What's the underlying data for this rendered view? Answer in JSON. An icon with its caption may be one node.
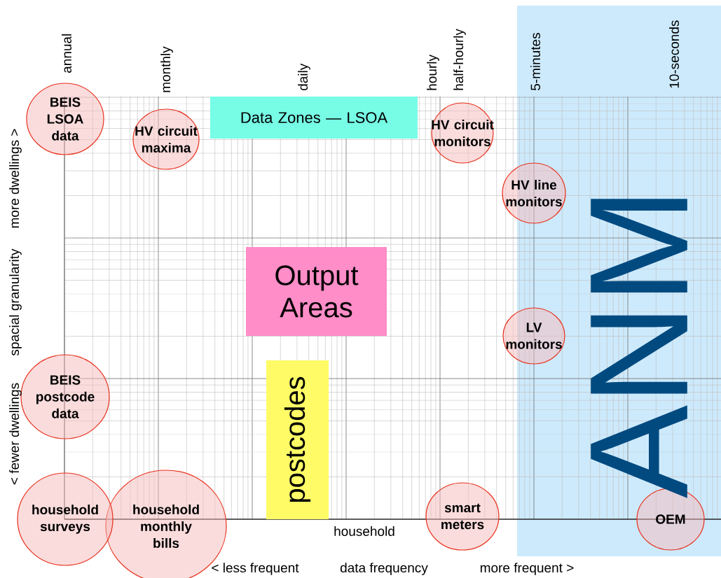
{
  "diagram": {
    "nodes": [
      {
        "text": [
          "BEIS LSOA data"
        ]
      },
      {
        "text": [
          "HV circuit maxima"
        ]
      },
      {
        "text": [
          "Data Zones — LSOA"
        ]
      },
      {
        "text": [
          "HV circuit monitors"
        ]
      },
      {
        "text": [
          "HV line monitors"
        ]
      },
      {
        "text": [
          "Output Areas"
        ]
      },
      {
        "text": [
          "LV monitors"
        ]
      },
      {
        "text": [
          "BEIS postcode data"
        ]
      },
      {
        "text": [
          "postcodes"
        ]
      },
      {
        "text": [
          "household surveys"
        ]
      },
      {
        "text": [
          "household monthly bills"
        ]
      },
      {
        "text": [
          "smart meters"
        ]
      },
      {
        "text": [
          "OEM"
        ]
      }
    ],
    "edges": [],
    "labels": [
      "annual",
      "monthly",
      "daily",
      "hourly",
      "half-hourly",
      "5-minutes",
      "10-seconds",
      "more dwellings >",
      "spacial granularity",
      "< fewer dwellings",
      "ANM",
      "household",
      "< less frequent",
      "data frequency",
      "more frequent >"
    ]
  }
}
